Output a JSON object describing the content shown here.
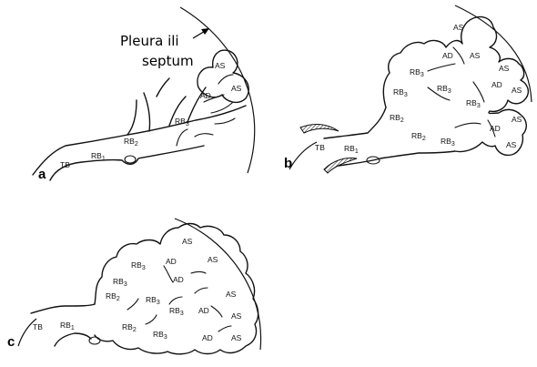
{
  "panels": [
    "a",
    "b",
    "c"
  ],
  "annotation": {
    "line1": "Pleura ili",
    "line2": "septum"
  },
  "labels": {
    "tb": "TB",
    "rb": "RB",
    "ad": "AD",
    "as": "AS",
    "sub1": "1",
    "sub2": "2",
    "sub3": "3"
  }
}
